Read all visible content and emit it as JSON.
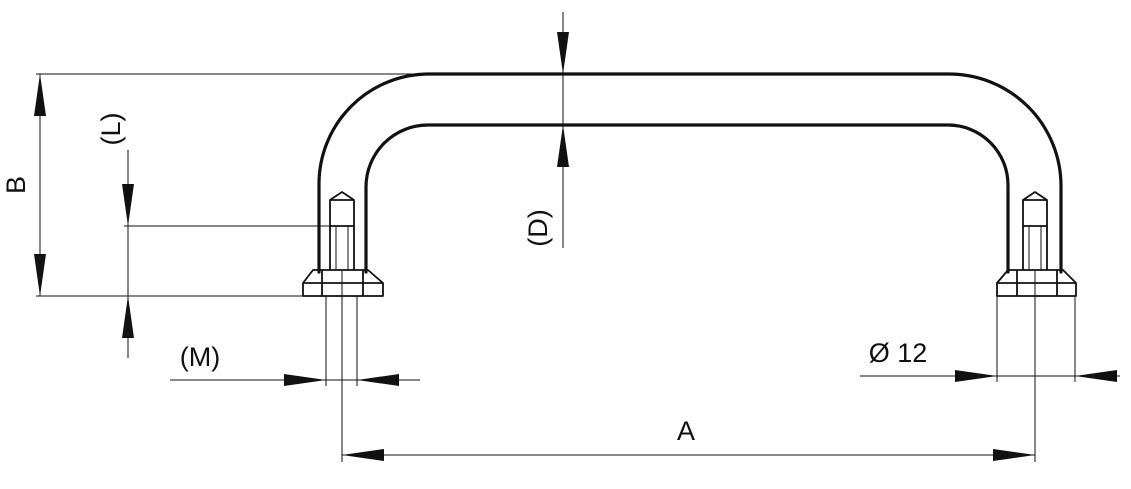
{
  "dimensions": {
    "A": "A",
    "B": "B",
    "L": "(L)",
    "D": "(D)",
    "M": "(M)",
    "diameter": "Ø 12"
  }
}
